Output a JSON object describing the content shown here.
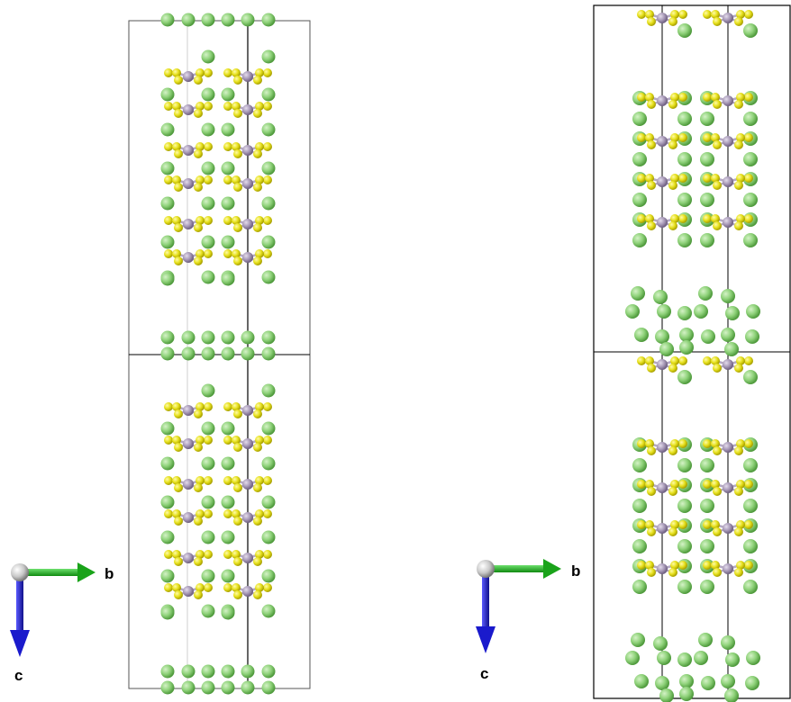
{
  "panels": [
    {
      "name": "left",
      "axes": {
        "horizontal_label": "b",
        "vertical_label": "c"
      }
    },
    {
      "name": "right",
      "axes": {
        "horizontal_label": "b",
        "vertical_label": "c"
      }
    }
  ],
  "colors": {
    "background": "#ffffff",
    "cell_outline": "#000000",
    "atom_green": "#8fd27a",
    "atom_yellow": "#e6e01c",
    "atom_purple": "#a89ab8",
    "axis_b": "#1aa31a",
    "axis_c": "#1a1acc",
    "origin": "#c8c8c8"
  },
  "atom_types": [
    "green-atom",
    "yellow-atom",
    "purple-atom"
  ]
}
